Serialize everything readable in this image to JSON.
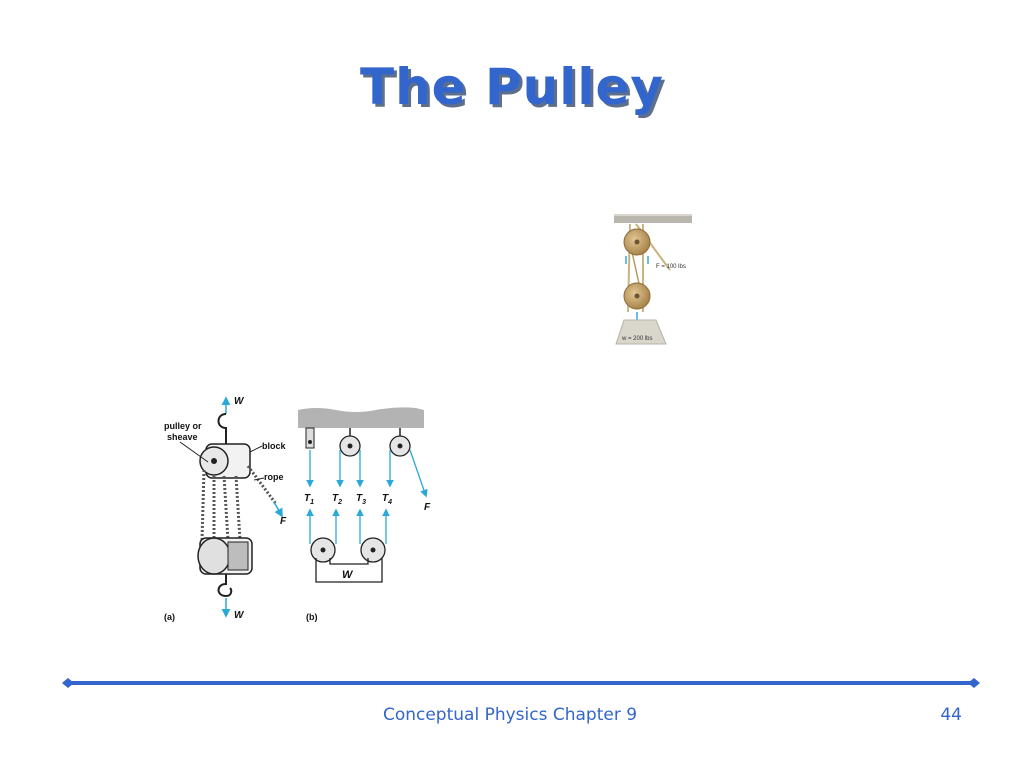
{
  "slide": {
    "title": "The Pulley"
  },
  "photo": {
    "force_label": "F = 100 lbs",
    "weight_label": "w = 200 lbs"
  },
  "diagram_a": {
    "top_force": "W",
    "pulley_label_line1": "pulley or",
    "pulley_label_line2": "sheave",
    "block_label": "block",
    "rope_label": "rope",
    "applied_force": "F",
    "bottom_force": "W",
    "caption": "(a)"
  },
  "diagram_b": {
    "tensions": [
      {
        "base": "T",
        "sub": "1"
      },
      {
        "base": "T",
        "sub": "2"
      },
      {
        "base": "T",
        "sub": "3"
      },
      {
        "base": "T",
        "sub": "4"
      }
    ],
    "applied_force": "F",
    "load": "W",
    "caption": "(b)"
  },
  "footer": {
    "text": "Conceptual Physics  Chapter 9",
    "page_number": "44"
  },
  "colors": {
    "title": "#3366cc",
    "title_shadow": "#5e6f8c",
    "divider": "#3366cc",
    "arrow": "#2aa9d8",
    "pulley_wood": "#c9a46a"
  }
}
